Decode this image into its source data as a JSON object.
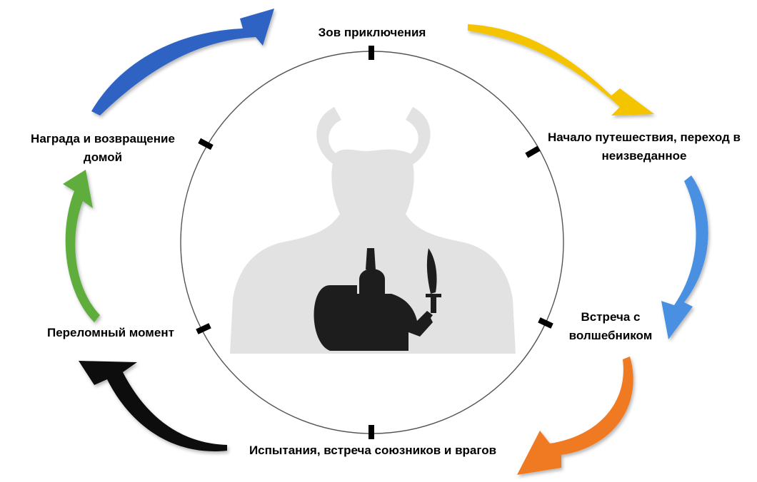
{
  "stages": [
    {
      "id": "call",
      "label": "Зов приключения"
    },
    {
      "id": "departure",
      "label_line1": "Начало путешествия, переход в",
      "label_line2": "неизведанное"
    },
    {
      "id": "mentor",
      "label_line1": "Встреча с",
      "label_line2": "волшебником"
    },
    {
      "id": "trials",
      "label": "Испытания, встреча союзников и врагов"
    },
    {
      "id": "turning",
      "label": "Переломный момент"
    },
    {
      "id": "return",
      "label_line1": "Награда и возвращение",
      "label_line2": "домой"
    }
  ],
  "arrows": [
    {
      "from": "call",
      "to": "departure",
      "color": "#f5c400"
    },
    {
      "from": "departure",
      "to": "mentor",
      "color": "#4a90e2"
    },
    {
      "from": "mentor",
      "to": "trials",
      "color": "#f07a20"
    },
    {
      "from": "trials",
      "to": "turning",
      "color": "#111111"
    },
    {
      "from": "turning",
      "to": "return",
      "color": "#5fae3c"
    },
    {
      "from": "return",
      "to": "call",
      "color": "#2f63c4"
    }
  ],
  "colors": {
    "circle": "#555555",
    "shadow_figure": "#e2e2e2",
    "warrior": "#1d1d1d"
  }
}
